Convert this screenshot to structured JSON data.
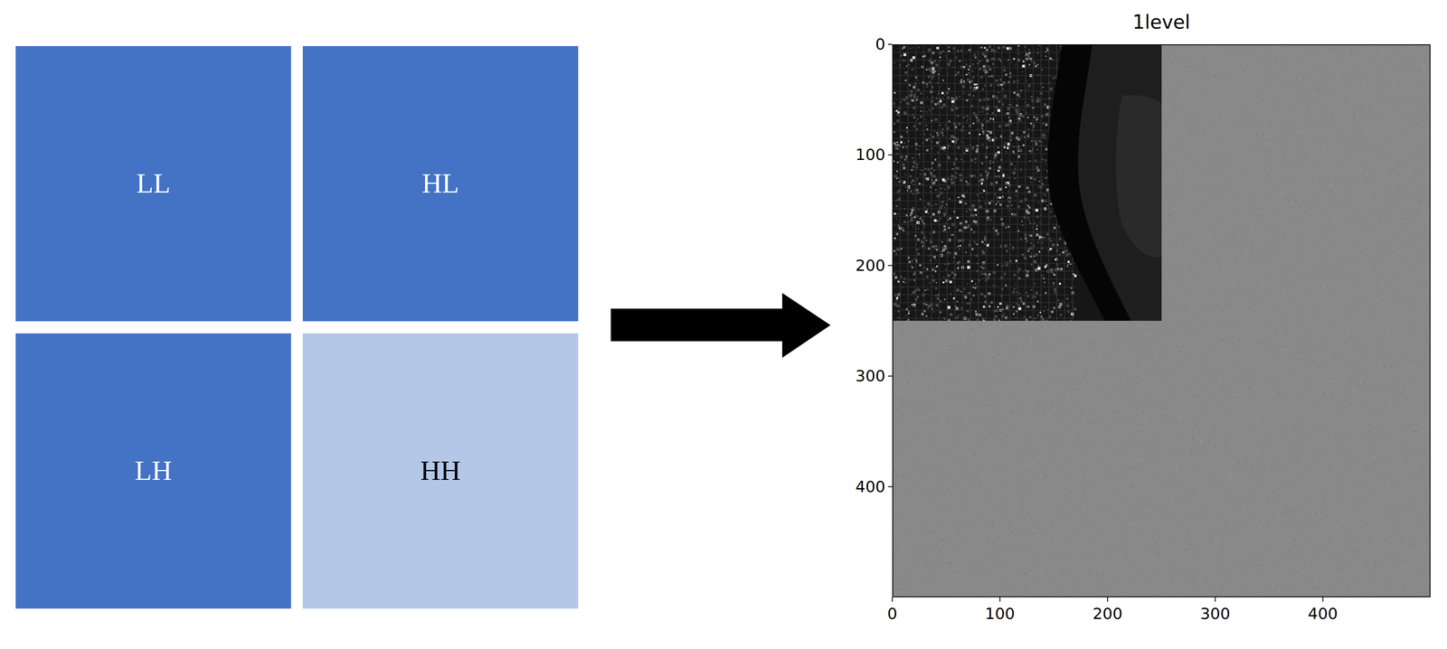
{
  "diagram": {
    "nodes": [
      {
        "text": [
          "LL"
        ]
      },
      {
        "text": [
          "HL"
        ]
      },
      {
        "text": [
          "LH"
        ]
      },
      {
        "text": [
          "HH"
        ]
      },
      {
        "text": [
          "1level"
        ]
      }
    ],
    "labels": [
      "0",
      "100",
      "200",
      "300",
      "400",
      "0",
      "100",
      "200",
      "300",
      "400"
    ]
  }
}
